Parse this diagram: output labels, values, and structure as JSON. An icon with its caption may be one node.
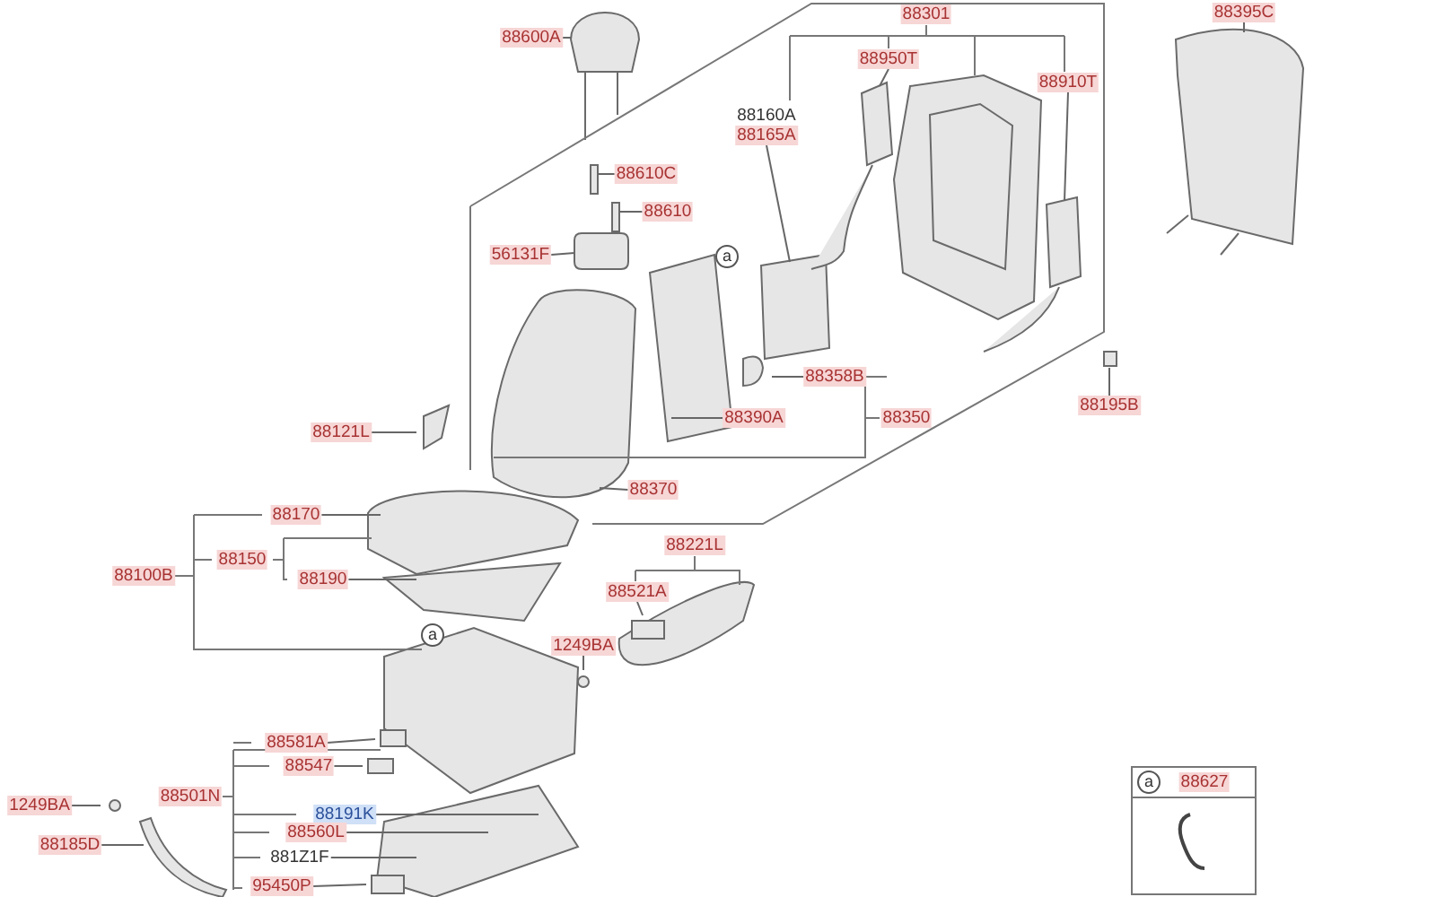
{
  "diagram": {
    "nodes": [
      {
        "text": [
          "88600A"
        ]
      },
      {
        "text": [
          "88610C"
        ]
      },
      {
        "text": [
          "88610"
        ]
      },
      {
        "text": [
          "56131F"
        ]
      },
      {
        "text": [
          "88301"
        ]
      },
      {
        "text": [
          "88950T"
        ]
      },
      {
        "text": [
          "88910T"
        ]
      },
      {
        "text": [
          "88160A",
          "88165A"
        ]
      },
      {
        "text": [
          "88395C"
        ]
      },
      {
        "text": [
          "88358B"
        ]
      },
      {
        "text": [
          "88390A"
        ]
      },
      {
        "text": [
          "88350"
        ]
      },
      {
        "text": [
          "88195B"
        ]
      },
      {
        "text": [
          "88121L"
        ]
      },
      {
        "text": [
          "88370"
        ]
      },
      {
        "text": [
          "88170"
        ]
      },
      {
        "text": [
          "88150"
        ]
      },
      {
        "text": [
          "88190"
        ]
      },
      {
        "text": [
          "88100B"
        ]
      },
      {
        "text": [
          "88221L"
        ]
      },
      {
        "text": [
          "88521A"
        ]
      },
      {
        "text": [
          "1249BA"
        ]
      },
      {
        "text": [
          "88581A"
        ]
      },
      {
        "text": [
          "88547"
        ]
      },
      {
        "text": [
          "88501N"
        ]
      },
      {
        "text": [
          "88191K"
        ]
      },
      {
        "text": [
          "88560L"
        ]
      },
      {
        "text": [
          "881Z1F"
        ]
      },
      {
        "text": [
          "95450P"
        ]
      },
      {
        "text": [
          "1249BA"
        ]
      },
      {
        "text": [
          "88185D"
        ]
      },
      {
        "text": [
          "a",
          "88627"
        ]
      }
    ],
    "edges": [
      {
        "from": 0,
        "to": null,
        "arrow": "none"
      },
      {
        "from": 1,
        "to": null,
        "arrow": "none"
      },
      {
        "from": 2,
        "to": null,
        "arrow": "none"
      },
      {
        "from": 3,
        "to": null,
        "arrow": "none"
      },
      {
        "from": 5,
        "to": null,
        "arrow": "none"
      },
      {
        "from": 6,
        "to": null,
        "arrow": "none"
      },
      {
        "from": 7,
        "to": null,
        "arrow": "none"
      },
      {
        "from": 8,
        "to": null,
        "arrow": "none"
      },
      {
        "from": 9,
        "to": null,
        "arrow": "none"
      },
      {
        "from": 10,
        "to": null,
        "arrow": "none"
      },
      {
        "from": 12,
        "to": null,
        "arrow": "none"
      },
      {
        "from": 13,
        "to": null,
        "arrow": "none"
      },
      {
        "from": 14,
        "to": null,
        "arrow": "none"
      },
      {
        "from": 15,
        "to": null,
        "arrow": "none"
      },
      {
        "from": 17,
        "to": null,
        "arrow": "none"
      },
      {
        "from": 20,
        "to": null,
        "arrow": "none"
      },
      {
        "from": 21,
        "to": null,
        "arrow": "none"
      },
      {
        "from": 22,
        "to": null,
        "arrow": "none"
      },
      {
        "from": 23,
        "to": null,
        "arrow": "none"
      },
      {
        "from": 25,
        "to": null,
        "arrow": "none"
      },
      {
        "from": 26,
        "to": null,
        "arrow": "none"
      },
      {
        "from": 27,
        "to": null,
        "arrow": "none"
      },
      {
        "from": 28,
        "to": null,
        "arrow": "none"
      },
      {
        "from": 29,
        "to": null,
        "arrow": "none"
      },
      {
        "from": 30,
        "to": null,
        "arrow": "none"
      }
    ],
    "labels": [
      "a",
      "a"
    ]
  }
}
